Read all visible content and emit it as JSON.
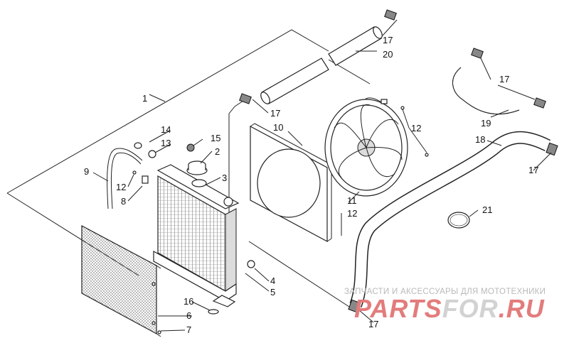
{
  "callouts": {
    "c1": "1",
    "c2": "2",
    "c3": "3",
    "c4": "4",
    "c5": "5",
    "c6": "6",
    "c7": "7",
    "c8": "8",
    "c9": "9",
    "c10": "10",
    "c11": "11",
    "c12a": "12",
    "c12b": "12",
    "c12c": "12",
    "c13": "13",
    "c14": "14",
    "c15": "15",
    "c16": "16",
    "c17a": "17",
    "c17b": "17",
    "c17c": "17",
    "c17d": "17",
    "c17e": "17",
    "c18": "18",
    "c19": "19",
    "c20": "20",
    "c21": "21"
  },
  "watermark": {
    "tagline": "ЗАПЧАСТИ И АКСЕССУАРЫ ДЛЯ МОТОТЕХНИКИ",
    "logo_part1": "PARTS",
    "logo_part2": "FOR",
    "logo_part3": ".RU"
  },
  "colors": {
    "line": "#222222",
    "watermark_red": "#e37c7c",
    "watermark_gray": "#d2d2d2"
  }
}
